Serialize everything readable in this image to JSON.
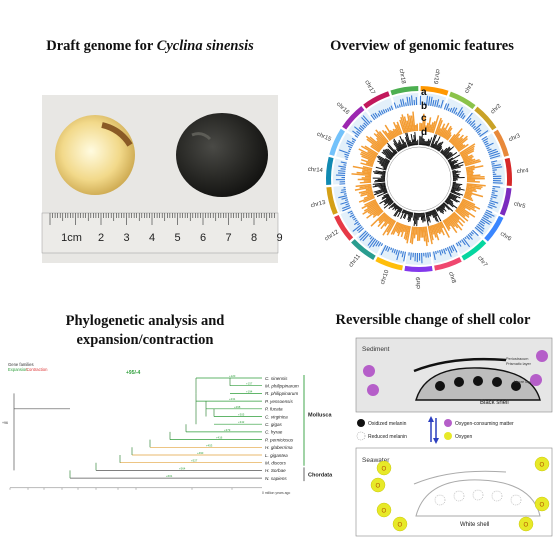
{
  "panels": {
    "genome": {
      "title_prefix": "Draft genome for ",
      "title_species": "Cyclina sinensis"
    },
    "features": {
      "title": "Overview of genomic features",
      "track_labels": [
        "a",
        "b",
        "c",
        "d"
      ]
    },
    "phylogeny": {
      "title": "Phylogenetic analysis and expansion/contraction"
    },
    "shell": {
      "title": "Reversible change of shell color"
    }
  },
  "ruler": {
    "labels": [
      "1cm",
      "2",
      "3",
      "4",
      "5",
      "6",
      "7",
      "8",
      "9"
    ]
  },
  "circos": {
    "chromosomes": [
      "chr1",
      "chr2",
      "chr3",
      "chr4",
      "chr5",
      "chr6",
      "chr7",
      "chr8",
      "chr9",
      "chr10",
      "chr11",
      "chr12",
      "chr13",
      "chr14",
      "chr15",
      "chr16",
      "chr17",
      "chr18",
      "chr19"
    ]
  },
  "phylo": {
    "legend": [
      "Gene families",
      "Expansion",
      "Contraction"
    ],
    "species": [
      "C. sinensis",
      "M. philippinarum",
      "R. philippinarum",
      "P. yessoensis",
      "P. fucata",
      "C. virginica",
      "C. gigas",
      "C. hyrae",
      "P. perniciosus",
      "H. glaberrima",
      "L. gigantea",
      "M. discors",
      "H. Sorbae",
      "N. sapiens"
    ],
    "groups": [
      "Mollusca",
      "Chordata"
    ],
    "axis_label": "0 million years ago"
  },
  "shell": {
    "sediment_label": "Sediment",
    "layer_labels": [
      "Periostracum",
      "Prismatic layer",
      "Nacre layer"
    ],
    "black_shell": "Black shell",
    "legend": {
      "oxidized": "Oxidized melanin",
      "reduced": "Reduced melanin",
      "consuming": "Oxygen-consuming matter",
      "oxygen": "Oxygen"
    },
    "seawater_label": "Seawater",
    "o2_label": "O",
    "white_shell": "White shell"
  }
}
